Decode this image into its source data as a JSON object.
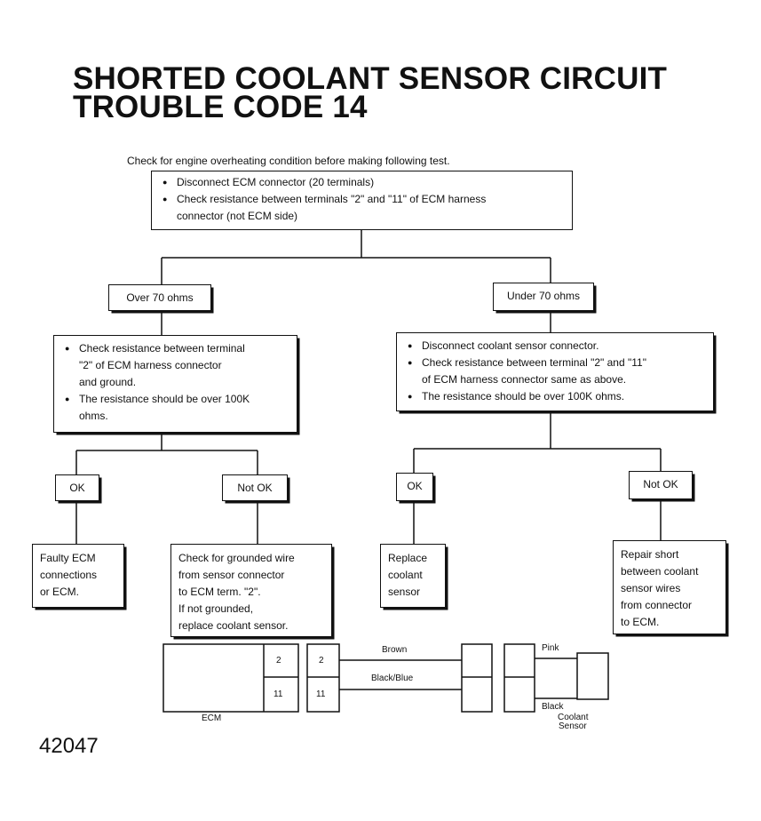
{
  "title": {
    "line1": "SHORTED COOLANT SENSOR CIRCUIT",
    "line2": "TROUBLE CODE 14"
  },
  "intro": "Check for engine overheating condition before making following test.",
  "top_box": {
    "items": [
      "Disconnect ECM connector (20 terminals)",
      "Check resistance between terminals \"2\" and \"11\" of ECM harness",
      "connector (not ECM side)"
    ]
  },
  "branches": {
    "left": "Over 70 ohms",
    "right": "Under 70 ohms"
  },
  "left_check": {
    "items": [
      "Check resistance between terminal",
      "\"2\" of ECM harness connector",
      "and ground.",
      "The resistance should be over 100K",
      "ohms."
    ]
  },
  "right_check": {
    "items": [
      "Disconnect coolant sensor connector.",
      "Check resistance between terminal \"2\" and \"11\"",
      "of ECM harness connector same as above.",
      "The resistance should be over 100K ohms."
    ]
  },
  "outcomes": {
    "ok1": "OK",
    "notok1": "Not OK",
    "ok2": "OK",
    "notok2": "Not OK"
  },
  "results": {
    "faulty_ecm": [
      "Faulty ECM",
      "connections",
      "or ECM."
    ],
    "grounded_wire": [
      "Check for grounded wire",
      "from sensor connector",
      "to ECM term. \"2\".",
      "If not grounded,",
      "replace coolant sensor."
    ],
    "replace_sensor": [
      "Replace",
      "coolant",
      "sensor"
    ],
    "repair_short": [
      "Repair short",
      "between coolant",
      "sensor wires",
      "from connector",
      "to ECM."
    ]
  },
  "wiring": {
    "ecm_label": "ECM",
    "pin_top": "2",
    "pin_bottom": "11",
    "wire_top": "Brown",
    "wire_bottom": "Black/Blue",
    "sensor_top_wire": "Pink",
    "sensor_bottom_wire": "Black",
    "sensor_label_1": "Coolant",
    "sensor_label_2": "Sensor"
  },
  "doc_number": "42047"
}
